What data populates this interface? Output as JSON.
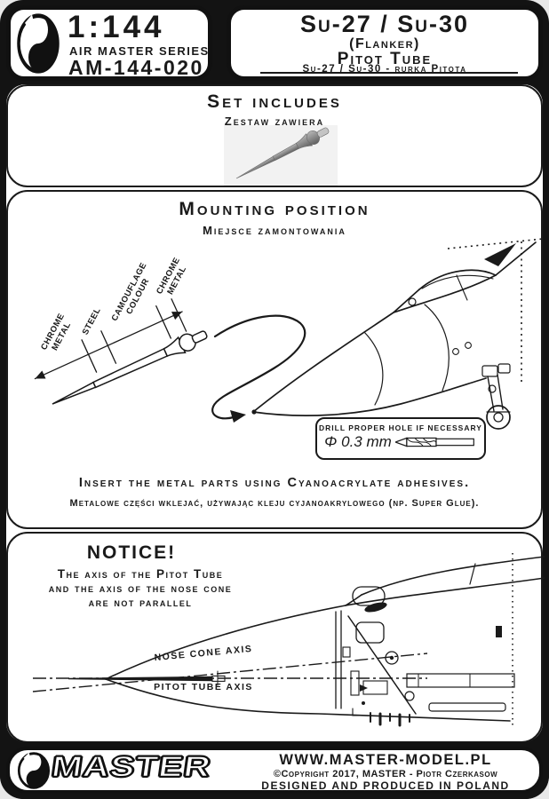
{
  "header": {
    "scale": "1:144",
    "series": "AIR MASTER SERIES",
    "code": "AM-144-020",
    "title": "Su-27 / Su-30",
    "variant": "(Flanker)",
    "product": "Pitot Tube",
    "subtitle_pl": "Su-27 / Su-30 - rurka Pitota"
  },
  "set_includes": {
    "title": "Set includes",
    "subtitle_pl": "Zestaw zawiera"
  },
  "mounting": {
    "title": "Mounting position",
    "subtitle_pl": "Miejsce zamontowania",
    "labels": {
      "tip": "CHROME\nMETAL",
      "mid": "STEEL",
      "body": "CAMOUFLAGE\nCOLOUR",
      "base": "CHROME\nMETAL"
    },
    "drill_note": "DRILL PROPER HOLE IF NECESSARY",
    "drill_diameter": "Φ 0.3 mm",
    "glue_en": "Insert the metal parts using Cyanoacrylate adhesives.",
    "glue_pl": "Metalowe części wklejać, używając kleju cyjanoakrylowego (np. Super Glue)."
  },
  "notice": {
    "title": "NOTICE!",
    "line1": "The axis of the Pitot Tube",
    "line2": "and the axis of the nose cone",
    "line3": "are not parallel",
    "nose_axis_label": "NOSE CONE AXIS",
    "pitot_axis_label": "PITOT TUBE AXIS"
  },
  "footer": {
    "brand": "MASTER",
    "website": "WWW.MASTER-MODEL.PL",
    "copyright": "©Copyright 2017, MASTER - Piotr Czerkasow",
    "made_in": "DESIGNED AND PRODUCED IN POLAND"
  },
  "colors": {
    "ink": "#1a1a1a",
    "page_frame": "#131313",
    "panel": "#ffffff",
    "photo_bg": "#f2f2f2",
    "metal_gray": "#8f8f8f"
  }
}
